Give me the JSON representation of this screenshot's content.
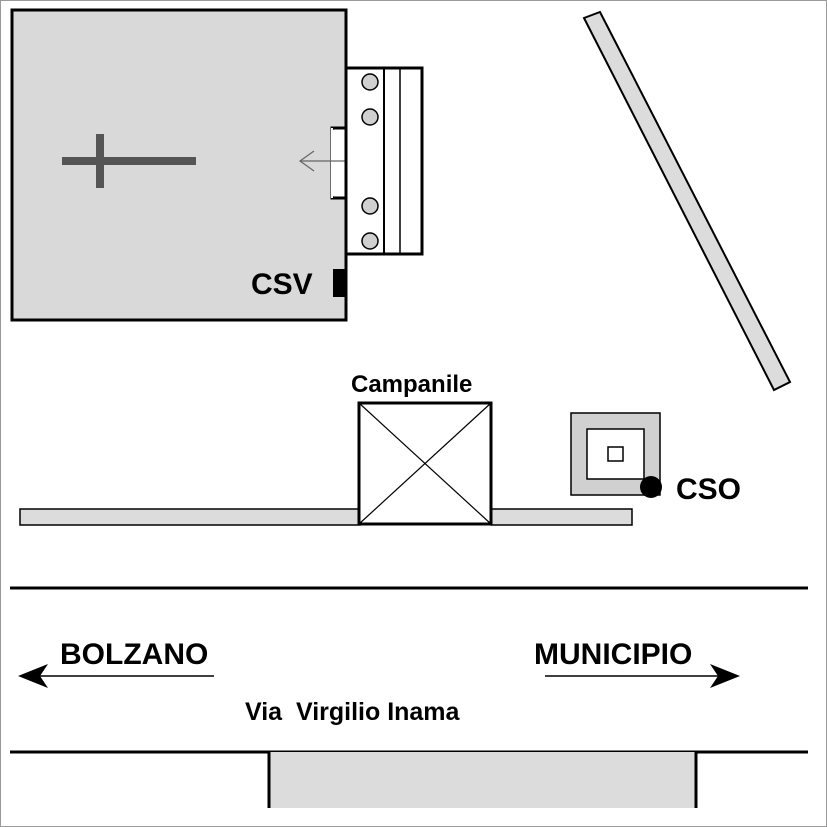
{
  "labels": {
    "csv": "CSV",
    "campanile": "Campanile",
    "cso": "CSO",
    "bolzano": "BOLZANO",
    "municipio": "MUNICIPIO",
    "street": "Via  Virgilio Inama"
  },
  "colors": {
    "building_fill": "#d9d9d9",
    "outline": "#000000",
    "cross": "#555555",
    "wall_fill": "#dcdcdc",
    "background": "#ffffff",
    "border": "#9a9a9a"
  },
  "icons": {
    "church": "cross-icon",
    "entrance": "arrow-left-icon",
    "csv_marker": "square-marker-icon",
    "cso_marker": "dot-marker-icon",
    "direction_left": "arrow-left-icon",
    "direction_right": "arrow-right-icon"
  }
}
